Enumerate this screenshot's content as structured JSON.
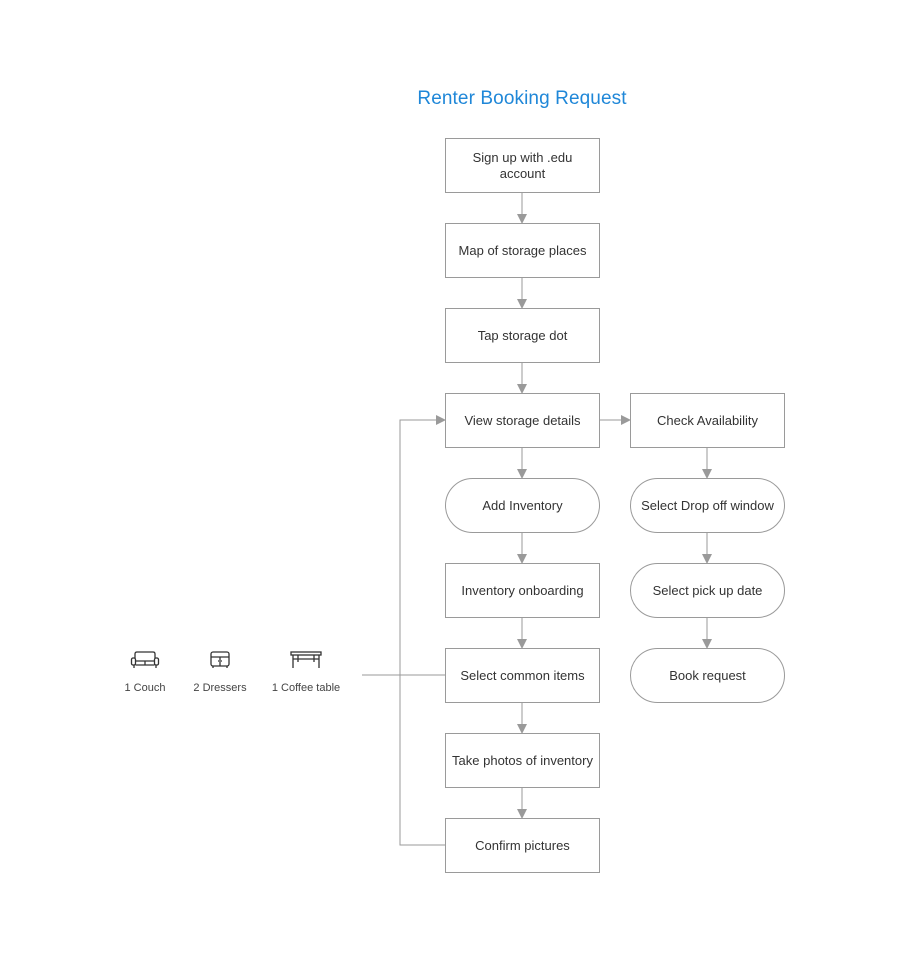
{
  "title": "Renter Booking Request",
  "colors": {
    "title": "#1f87d8",
    "border": "#9a9a9a",
    "connector": "#9a9a9a",
    "text": "#333333"
  },
  "main_flow": [
    "Sign up with .edu account",
    "Map of storage places",
    "Tap storage dot",
    "View storage details",
    "Add Inventory",
    "Inventory onboarding",
    "Select common items",
    "Take photos of inventory",
    "Confirm pictures"
  ],
  "side_flow": [
    "Check Availability",
    "Select Drop off window",
    "Select pick up date",
    "Book request"
  ],
  "common_items": [
    {
      "icon": "couch-icon",
      "label": "1 Couch"
    },
    {
      "icon": "dresser-icon",
      "label": "2 Dressers"
    },
    {
      "icon": "coffee-table-icon",
      "label": "1 Coffee table"
    }
  ]
}
